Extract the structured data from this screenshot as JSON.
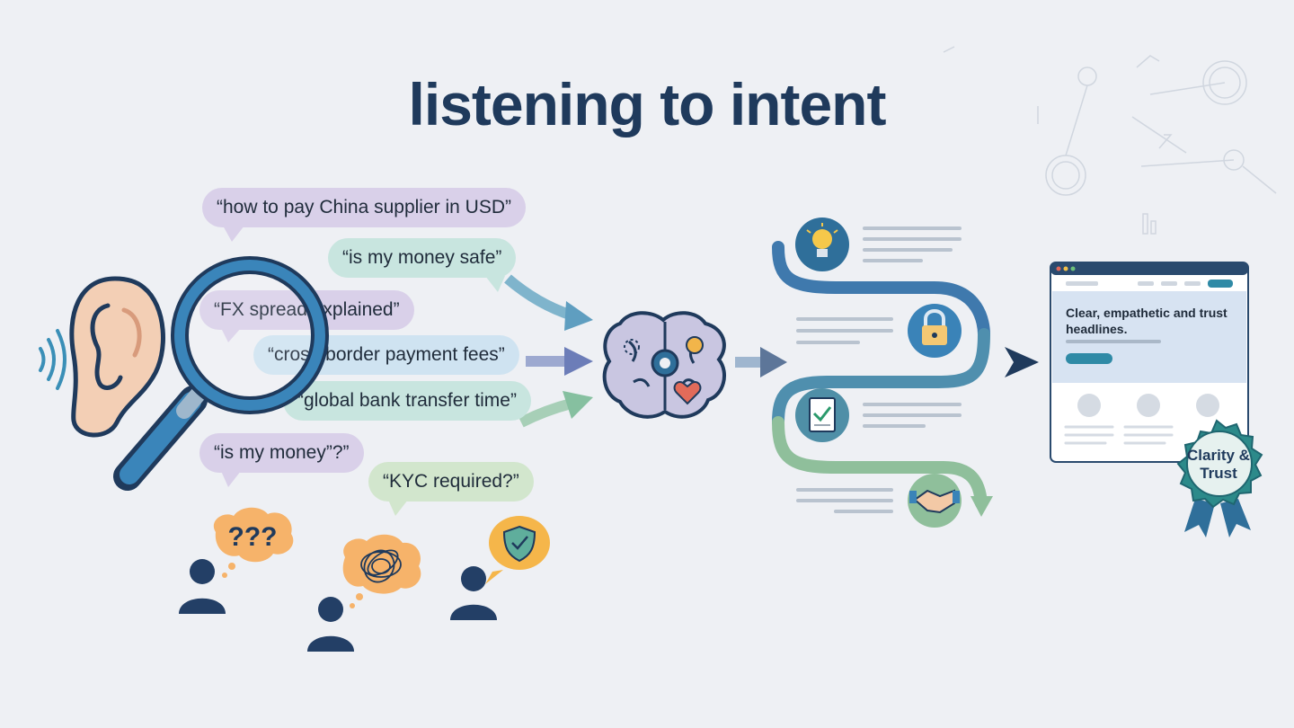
{
  "title": "listening to intent",
  "queries": [
    "“how to pay China supplier in USD”",
    "“is my money safe”",
    "“FX spread explained”",
    "“cross-border payment fees”",
    "“global bank transfer time”",
    "“is my money”?”",
    "“KYC required?”"
  ],
  "icons": {
    "ear": "ear-icon",
    "magnifier": "magnifying-glass-icon",
    "brain": "brain-icon",
    "idea": "lightbulb-icon",
    "lock": "lock-icon",
    "doc": "document-check-icon",
    "handshake": "handshake-icon",
    "shield": "shield-check-icon"
  },
  "webpage": {
    "headline": "Clear, empathetic and trust headlines."
  },
  "badge": {
    "label": "Clarity & Trust"
  },
  "colors": {
    "title": "#1f3a5c",
    "accent": "#2f6f9a",
    "purple": "#d9d0e9",
    "teal": "#c8e5df",
    "green": "#d2e6cd",
    "orange": "#f6b36a",
    "badge": "#2c8a8a"
  }
}
